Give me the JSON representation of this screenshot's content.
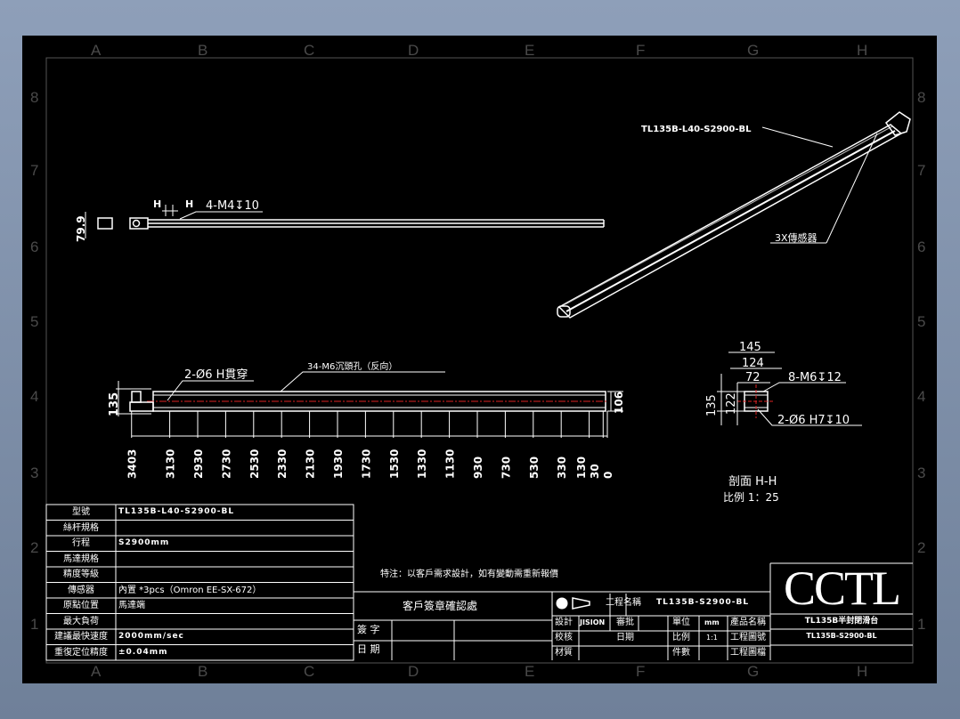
{
  "zones": {
    "columns": [
      "A",
      "B",
      "C",
      "D",
      "E",
      "F",
      "G",
      "H"
    ],
    "rows": [
      "8",
      "7",
      "6",
      "5",
      "4",
      "3",
      "2",
      "1"
    ]
  },
  "iso_view": {
    "part_label": "TL135B-L40-S2900-BL",
    "sensor_label": "3X傳感器"
  },
  "top_view": {
    "section_mark_left": "H",
    "section_mark_right": "H",
    "hole_note": "4-M4↧10",
    "height_dim": "79.9"
  },
  "front_view": {
    "pin_note": "2-Ø6 H貫穿",
    "hole_note": "34-M6沉頭孔（反向）",
    "height_dim": "135",
    "right_dim": "106",
    "x_dims": [
      "3403",
      "3130",
      "2930",
      "2730",
      "2530",
      "2330",
      "2130",
      "1930",
      "1730",
      "1530",
      "1330",
      "1130",
      "930",
      "730",
      "530",
      "330",
      "130",
      "30",
      "0"
    ]
  },
  "section_view": {
    "dims_horizontal": [
      "145",
      "124",
      "72"
    ],
    "dims_vertical": [
      "135",
      "122"
    ],
    "thread_note": "8-M6↧12",
    "pin_note": "2-Ø6  H7↧10",
    "title": "剖面 H-H",
    "scale": "比例 1：25"
  },
  "spec_table": [
    {
      "label": "型號",
      "value": "TL135B-L40-S2900-BL"
    },
    {
      "label": "絲杆規格",
      "value": ""
    },
    {
      "label": "行程",
      "value": "S2900mm"
    },
    {
      "label": "馬達規格",
      "value": ""
    },
    {
      "label": "精度等級",
      "value": ""
    },
    {
      "label": "傳感器",
      "value": "內置 *3pcs（Omron EE-SX-672）"
    },
    {
      "label": "原點位置",
      "value": "馬達端"
    },
    {
      "label": "最大負荷",
      "value": ""
    },
    {
      "label": "建議最快速度",
      "value": "2000mm/sec"
    },
    {
      "label": "重復定位精度",
      "value": "±0.04mm"
    }
  ],
  "note": "特注：以客戶需求設計，如有變動需重新報價",
  "customer_block": {
    "title": "客戶簽章確認處",
    "sign_label": "簽 字",
    "date_label": "日 期"
  },
  "title_block": {
    "project_name_label": "工程名稱",
    "project_name": "TL135B-S2900-BL",
    "design_label": "設計",
    "designer": "JISION",
    "approve_label": "審批",
    "check_label": "校核",
    "date_label": "日期",
    "material_label": "材質",
    "unit_label": "單位",
    "unit_value": "mm",
    "scale_label": "比例",
    "scale_value": "1:1",
    "count_label": "件數",
    "product_name_label": "產品名稱",
    "drawing_no_label": "工程圖號",
    "drawing_file_label": "工程圖檔",
    "logo": "CCTL",
    "product_name": "TL135B半封閉滑台",
    "drawing_no": "TL135B-S2900-BL"
  }
}
